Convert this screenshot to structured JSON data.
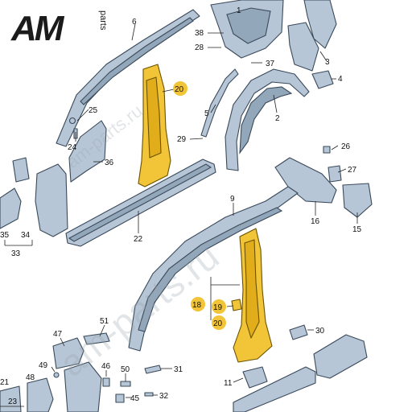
{
  "logo": {
    "main": "AM",
    "sub": "parts"
  },
  "watermark": {
    "large": "am-parts.ru",
    "small": "am-parts.ru"
  },
  "colors": {
    "part": "#b7c6d6",
    "highlight": "#f2c437",
    "outline": "#3a4a5a"
  },
  "callouts": [
    {
      "id": "c6",
      "text": "6",
      "hl": false
    },
    {
      "id": "c38",
      "text": "38",
      "hl": false
    },
    {
      "id": "c28",
      "text": "28",
      "hl": false
    },
    {
      "id": "c37",
      "text": "37",
      "hl": false
    },
    {
      "id": "c3",
      "text": "3",
      "hl": false
    },
    {
      "id": "c4",
      "text": "4",
      "hl": false
    },
    {
      "id": "c20a",
      "text": "20",
      "hl": true
    },
    {
      "id": "c25",
      "text": "25",
      "hl": false
    },
    {
      "id": "c5",
      "text": "5",
      "hl": false
    },
    {
      "id": "c2",
      "text": "2",
      "hl": false
    },
    {
      "id": "c24",
      "text": "24",
      "hl": false
    },
    {
      "id": "c29",
      "text": "29",
      "hl": false
    },
    {
      "id": "c26",
      "text": "26",
      "hl": false
    },
    {
      "id": "c36",
      "text": "36",
      "hl": false
    },
    {
      "id": "c27",
      "text": "27",
      "hl": false
    },
    {
      "id": "c1",
      "text": "1",
      "hl": false
    },
    {
      "id": "c9",
      "text": "9",
      "hl": false
    },
    {
      "id": "c16",
      "text": "16",
      "hl": false
    },
    {
      "id": "c35",
      "text": "35",
      "hl": false
    },
    {
      "id": "c34",
      "text": "34",
      "hl": false
    },
    {
      "id": "c15",
      "text": "15",
      "hl": false
    },
    {
      "id": "c22",
      "text": "22",
      "hl": false
    },
    {
      "id": "c33",
      "text": "33",
      "hl": false
    },
    {
      "id": "c18",
      "text": "18",
      "hl": true
    },
    {
      "id": "c19",
      "text": "19",
      "hl": true
    },
    {
      "id": "c20b",
      "text": "20",
      "hl": true
    },
    {
      "id": "c51",
      "text": "51",
      "hl": false
    },
    {
      "id": "c47",
      "text": "47",
      "hl": false
    },
    {
      "id": "c30",
      "text": "30",
      "hl": false
    },
    {
      "id": "c49",
      "text": "49",
      "hl": false
    },
    {
      "id": "c46",
      "text": "46",
      "hl": false
    },
    {
      "id": "c50",
      "text": "50",
      "hl": false
    },
    {
      "id": "c31",
      "text": "31",
      "hl": false
    },
    {
      "id": "c21",
      "text": "21",
      "hl": false
    },
    {
      "id": "c48",
      "text": "48",
      "hl": false
    },
    {
      "id": "c11",
      "text": "11",
      "hl": false
    },
    {
      "id": "c45",
      "text": "45",
      "hl": false
    },
    {
      "id": "c32",
      "text": "32",
      "hl": false
    },
    {
      "id": "c23",
      "text": "23",
      "hl": false
    }
  ]
}
